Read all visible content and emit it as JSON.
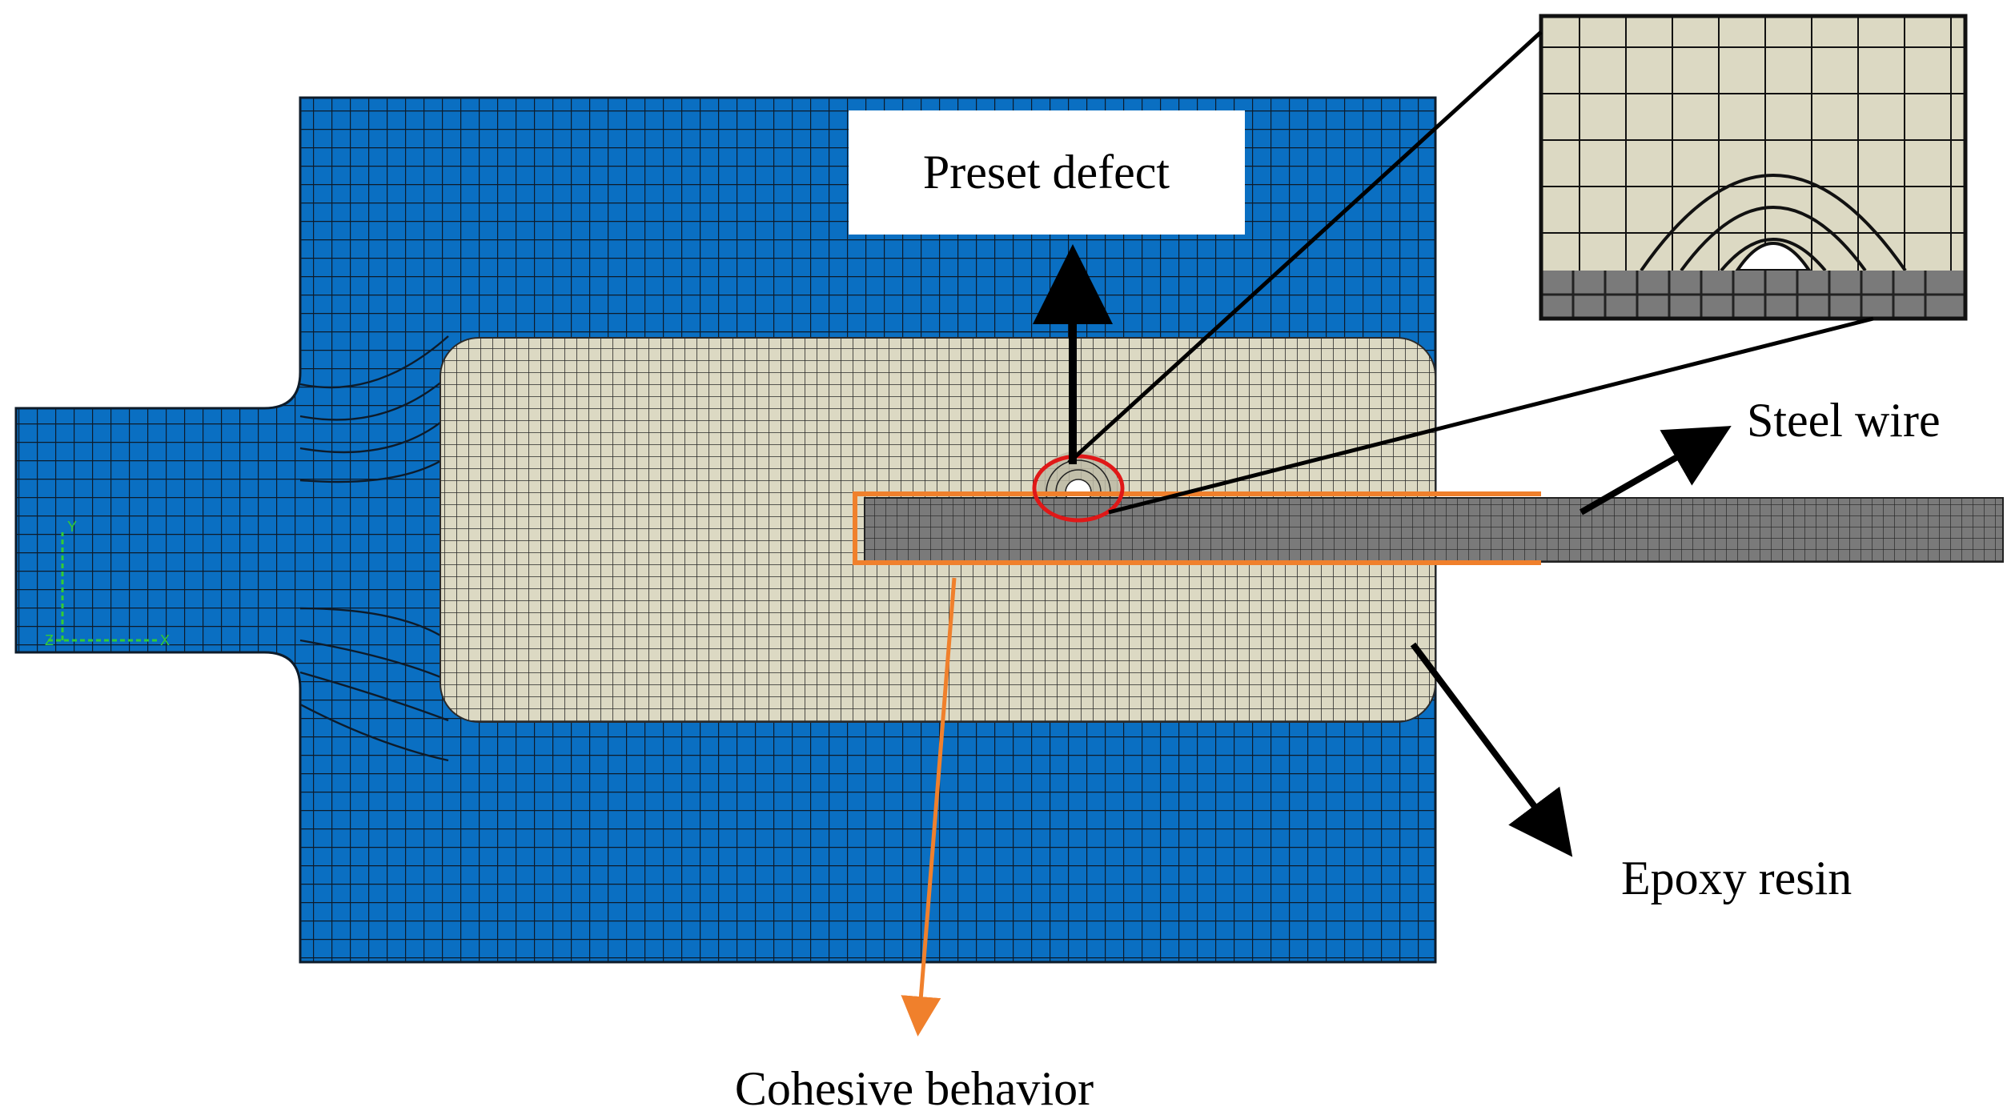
{
  "labels": {
    "preset_defect": "Preset defect",
    "steel_wire": "Steel wire",
    "epoxy_resin": "Epoxy resin",
    "cohesive_behavior": "Cohesive behavior"
  },
  "axis_triad": {
    "y": "Y",
    "x": "X",
    "z": "Z"
  },
  "colors": {
    "blue_region": "#0a6fc2",
    "beige_region": "#dcd9c3",
    "steel_region": "#7a7a7a",
    "mesh_lines": "#0d1b2a",
    "cohesive_outline": "#f0802c",
    "defect_circle": "#e01818",
    "arrows": "#000000"
  }
}
